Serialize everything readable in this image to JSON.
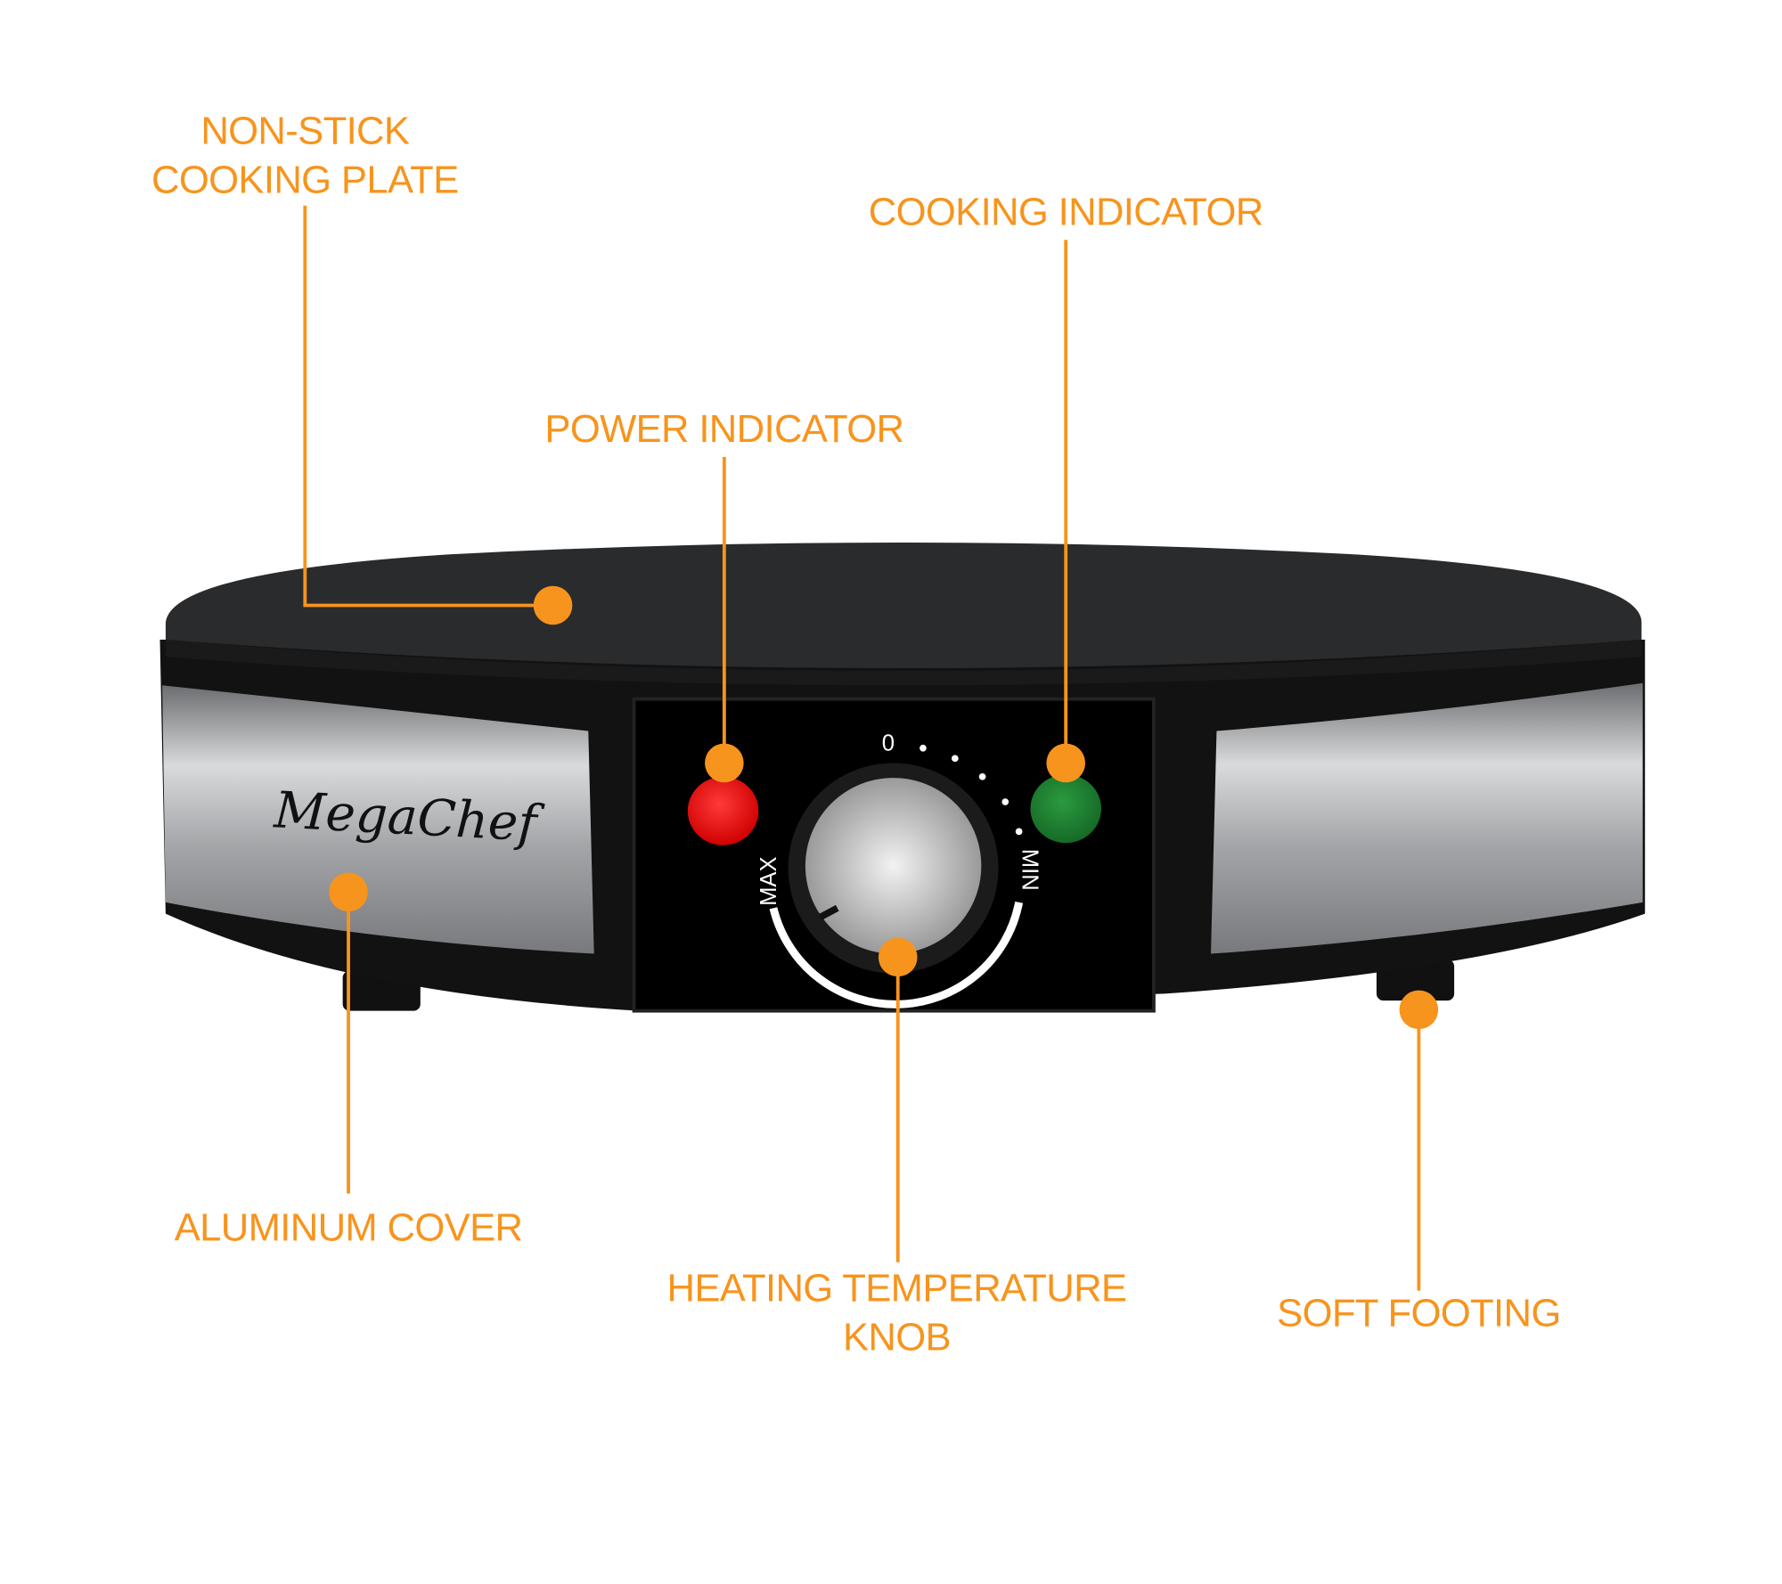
{
  "brand": {
    "logo_text": "MegaChef"
  },
  "colors": {
    "accent": "#f7941d",
    "power_led": "#ff1a1a",
    "cooking_led": "#1f8a35"
  },
  "dial": {
    "zero_label": "0",
    "max_label": "MAX",
    "min_label": "MIN"
  },
  "callouts": {
    "cooking_plate": {
      "line1": "NON-STICK",
      "line2": "COOKING PLATE"
    },
    "cooking_indicator": {
      "line1": "COOKING INDICATOR"
    },
    "power_indicator": {
      "line1": "POWER INDICATOR"
    },
    "aluminum_cover": {
      "line1": "ALUMINUM COVER"
    },
    "temperature_knob": {
      "line1": "HEATING TEMPERATURE",
      "line2": "KNOB"
    },
    "soft_footing": {
      "line1": "SOFT FOOTING"
    }
  }
}
